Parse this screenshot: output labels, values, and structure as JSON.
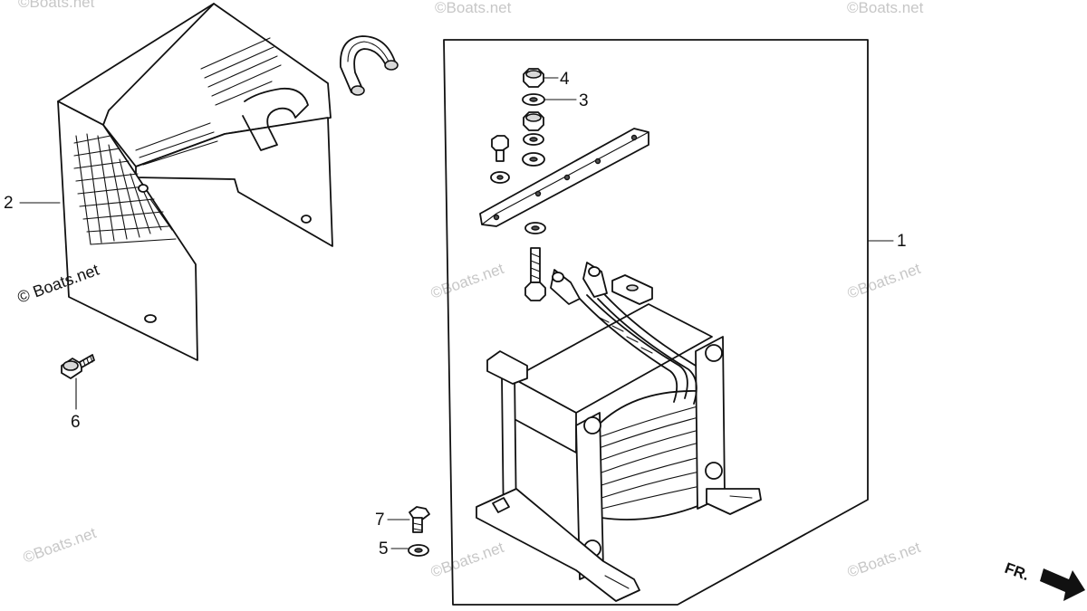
{
  "callouts": {
    "c1": "1",
    "c2": "2",
    "c3": "3",
    "c4": "4",
    "c5": "5",
    "c6": "6",
    "c7": "7"
  },
  "watermarks": {
    "main": "© Boats.net",
    "faint": "©Boats.net"
  },
  "direction": {
    "label": "FR."
  }
}
